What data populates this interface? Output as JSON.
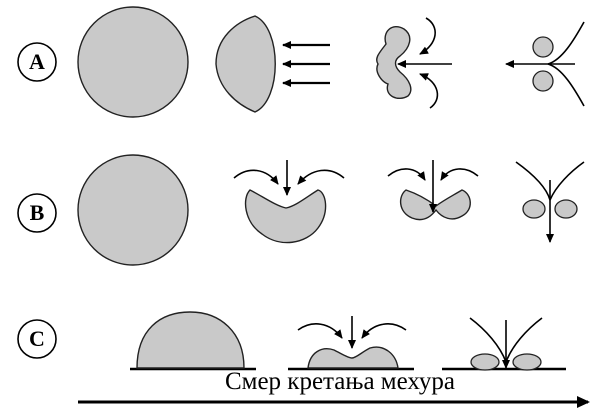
{
  "colors": {
    "fill": "#c9c9c9",
    "stroke": "#222222",
    "line": "#000000",
    "background": "#ffffff"
  },
  "rows": [
    {
      "label": "A"
    },
    {
      "label": "B"
    },
    {
      "label": "C"
    }
  ],
  "axis": {
    "label": "Смер кретања мехура"
  }
}
